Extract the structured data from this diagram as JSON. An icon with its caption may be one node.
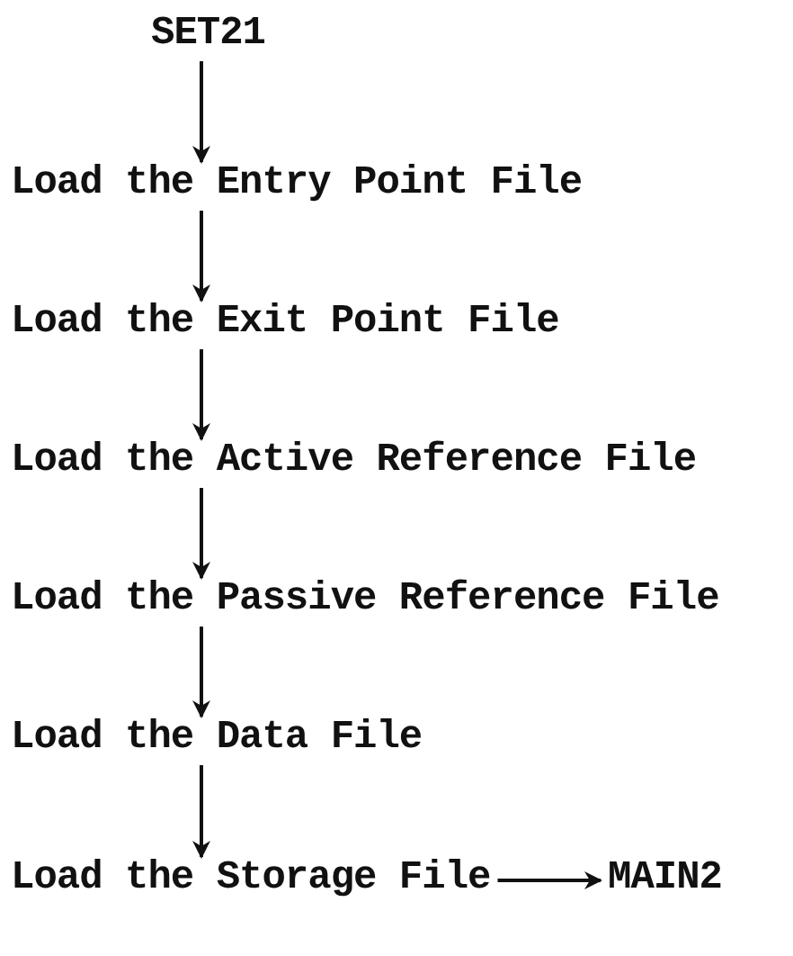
{
  "diagram": {
    "nodes": [
      {
        "text": [
          "SET21"
        ]
      },
      {
        "text": [
          "Load the Entry Point File"
        ]
      },
      {
        "text": [
          "Load the Exit Point File"
        ]
      },
      {
        "text": [
          "Load the Active Reference File"
        ]
      },
      {
        "text": [
          "Load the Passive Reference File"
        ]
      },
      {
        "text": [
          "Load the Data File"
        ]
      },
      {
        "text": [
          "Load the Storage File"
        ]
      },
      {
        "text": [
          "MAIN2"
        ]
      }
    ],
    "edges": [
      {
        "from": 0,
        "to": 1,
        "arrow": "to"
      },
      {
        "from": 1,
        "to": 2,
        "arrow": "to"
      },
      {
        "from": 2,
        "to": 3,
        "arrow": "to"
      },
      {
        "from": 3,
        "to": 4,
        "arrow": "to"
      },
      {
        "from": 4,
        "to": 5,
        "arrow": "to"
      },
      {
        "from": 5,
        "to": 6,
        "arrow": "to"
      },
      {
        "from": 6,
        "to": 7,
        "arrow": "to"
      }
    ]
  }
}
